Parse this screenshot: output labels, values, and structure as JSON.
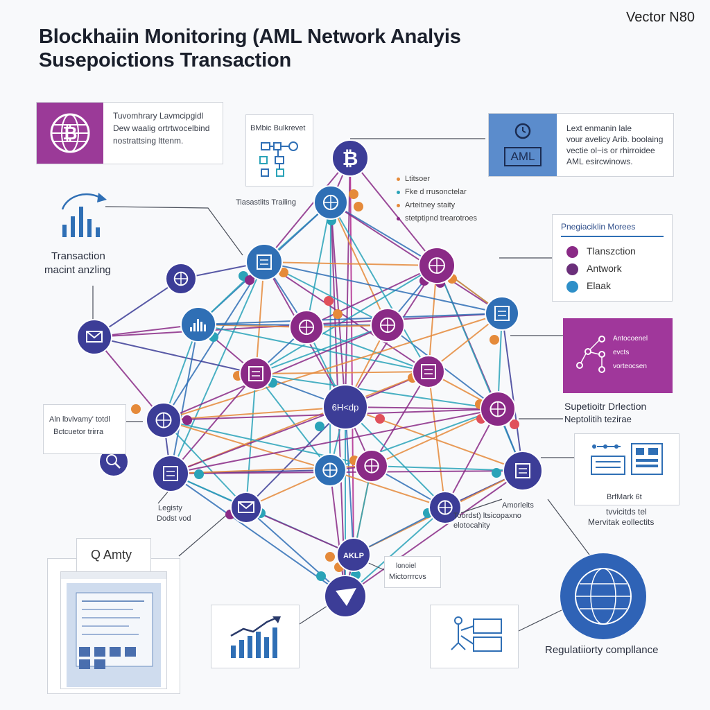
{
  "title": {
    "line1": "Blockhaiin Monitoring (AML Network Analyis",
    "line2": "Susepoictions Transaction"
  },
  "tag": "Vector N80",
  "cards": {
    "top_left": {
      "lines": [
        "Tuvomhrary Lavmcipgidl",
        "Dew waalig ortrtwocelbind",
        "nostrattsing lttenm."
      ]
    },
    "bmbic": {
      "label": "BMbic Bulkrevet"
    },
    "aml": {
      "badge": "AML",
      "lines": [
        "Lext enmanin lale",
        "vour avelicy Arib. boolaing",
        "vectie ol~is or rhirroidee",
        "AML esircwinows."
      ]
    },
    "transaction_trailing": "Tiasastlits Trailing",
    "transaction_analysis": [
      "Transaction",
      "macint anzling"
    ],
    "mini_list": [
      "Ltitsoer",
      "Fke d rrusonctelar",
      "Arteitney staity",
      "stetptipnd trearotroes"
    ],
    "legend": {
      "title": "Pnegiaciklin Morees",
      "items": [
        {
          "label": "Tlanszction",
          "color": "#8a2a86"
        },
        {
          "label": "Antwork",
          "color": "#6b2f7a"
        },
        {
          "label": "Elaak",
          "color": "#2e8fc8"
        }
      ]
    },
    "purple_card": {
      "lines": [
        "Antocoenel",
        "evcts",
        "vorteocsen"
      ]
    },
    "suspicion": [
      "Supetioitr Drlection",
      "Neptolitih tezirae"
    ],
    "anlivity": [
      "Aln lbvlvamy' totdl",
      "Bctcuetor trirra"
    ],
    "legisty": [
      "Legisty",
      "Dodst vod"
    ],
    "bfmark": [
      "BrfMark 6t",
      "tvvicitds tel",
      "Mervitak eollectits"
    ],
    "amorleits": [
      "Amorleits",
      "Toordst) ltsicopaxno",
      "elotocahity"
    ],
    "enterd": [
      "lonoiel",
      "Mictorrrcvs"
    ],
    "amty_tab": "Q Amty",
    "regulatory": "Regulatiiorty compllance"
  },
  "network": {
    "hub_label": "6H<dp",
    "bottom_node_label": "AKLP"
  },
  "colors": {
    "navy": "#3c3d97",
    "purple": "#8a2a86",
    "blue": "#2f6fb5",
    "teal": "#2aa3b8",
    "orange": "#e58a3a",
    "magenta": "#b02a8e",
    "red": "#e0505a",
    "aml_blue": "#5b8ccc",
    "globe_blue": "#2f63b6"
  }
}
